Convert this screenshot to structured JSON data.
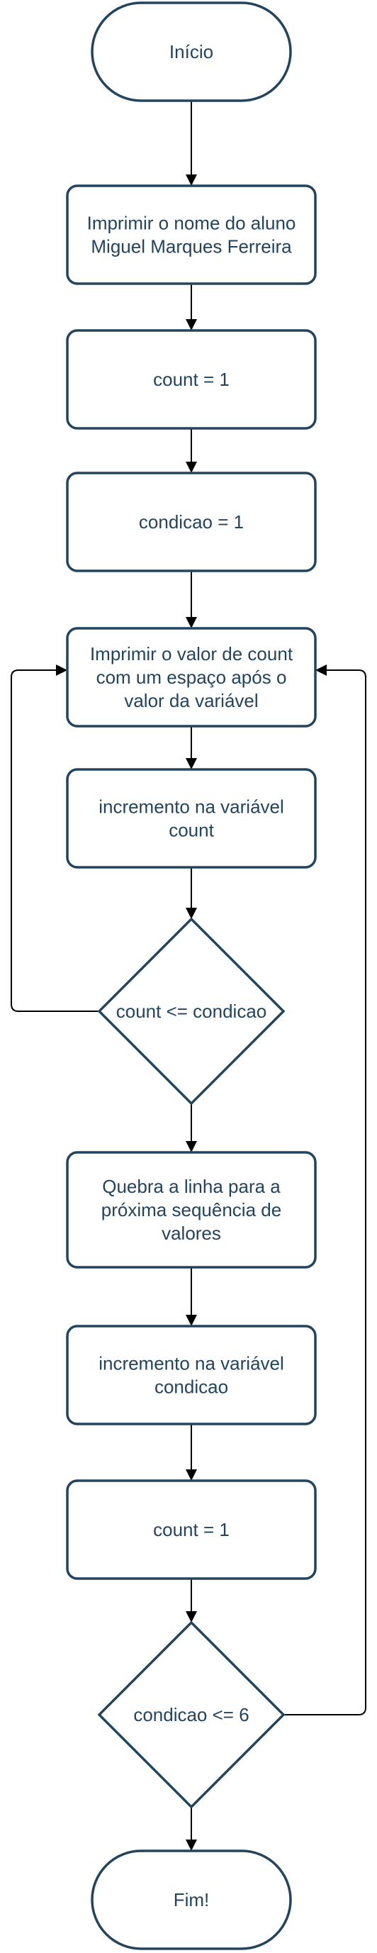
{
  "flowchart": {
    "nodes": [
      {
        "id": "start",
        "shape": "terminal",
        "lines": [
          "Início"
        ]
      },
      {
        "id": "print-name",
        "shape": "process",
        "lines": [
          "Imprimir o nome do aluno",
          "Miguel Marques Ferreira"
        ]
      },
      {
        "id": "set-count",
        "shape": "process",
        "lines": [
          "count = 1"
        ]
      },
      {
        "id": "set-condicao",
        "shape": "process",
        "lines": [
          "condicao = 1"
        ]
      },
      {
        "id": "print-count",
        "shape": "process",
        "lines": [
          "Imprimir o valor de count",
          "com um espaço após o",
          "valor da variável"
        ]
      },
      {
        "id": "increment-count",
        "shape": "process",
        "lines": [
          "incremento na variável",
          "count"
        ]
      },
      {
        "id": "check-count",
        "shape": "decision",
        "lines": [
          "count <= condicao"
        ]
      },
      {
        "id": "line-break",
        "shape": "process",
        "lines": [
          "Quebra a linha para a",
          "próxima sequência de",
          "valores"
        ]
      },
      {
        "id": "increment-condicao",
        "shape": "process",
        "lines": [
          "incremento na variável",
          "condicao"
        ]
      },
      {
        "id": "reset-count",
        "shape": "process",
        "lines": [
          "count = 1"
        ]
      },
      {
        "id": "check-condicao",
        "shape": "decision",
        "lines": [
          "condicao <= 6"
        ]
      },
      {
        "id": "end",
        "shape": "terminal",
        "lines": [
          "Fim!"
        ]
      }
    ],
    "edges": [
      {
        "from": "start",
        "to": "print-name"
      },
      {
        "from": "print-name",
        "to": "set-count"
      },
      {
        "from": "set-count",
        "to": "set-condicao"
      },
      {
        "from": "set-condicao",
        "to": "print-count"
      },
      {
        "from": "print-count",
        "to": "increment-count"
      },
      {
        "from": "increment-count",
        "to": "check-count"
      },
      {
        "from": "check-count",
        "to": "print-count",
        "route": "loop-left"
      },
      {
        "from": "check-count",
        "to": "line-break"
      },
      {
        "from": "line-break",
        "to": "increment-condicao"
      },
      {
        "from": "increment-condicao",
        "to": "reset-count"
      },
      {
        "from": "reset-count",
        "to": "check-condicao"
      },
      {
        "from": "check-condicao",
        "to": "print-count",
        "route": "loop-right"
      },
      {
        "from": "check-condicao",
        "to": "end"
      }
    ],
    "colors": {
      "stroke": "#23445d",
      "text": "#23445d",
      "edge": "#000000",
      "fill": "#ffffff"
    }
  }
}
